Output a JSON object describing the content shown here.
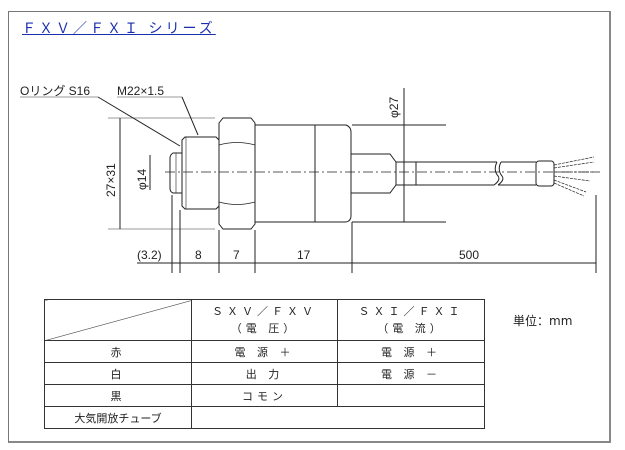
{
  "title": "ＦＸＶ／ＦＸＩ シリーズ",
  "drawing": {
    "oring_label": "Oリング S16",
    "thread_label": "M22×1.5",
    "hex_dim": "27×31",
    "nose_dia": "φ14",
    "body_dia": "φ27",
    "dims": [
      "(3.2)",
      "8",
      "7",
      "17",
      "500"
    ]
  },
  "unit": "単位：mm",
  "table": {
    "columns": [
      {
        "model": "ＳＸＶ／ＦＸＶ",
        "type": "（電 圧）"
      },
      {
        "model": "ＳＸＩ／ＦＸＩ",
        "type": "（電 流）"
      }
    ],
    "rows": [
      {
        "wire": "赤",
        "v": "電 源 ＋",
        "i": "電 源 ＋"
      },
      {
        "wire": "白",
        "v": "出 力",
        "i": "電 源 －"
      },
      {
        "wire": "黒",
        "v": "コモン",
        "i": ""
      },
      {
        "wire": "大気開放チューブ",
        "v": "",
        "i": ""
      }
    ]
  }
}
